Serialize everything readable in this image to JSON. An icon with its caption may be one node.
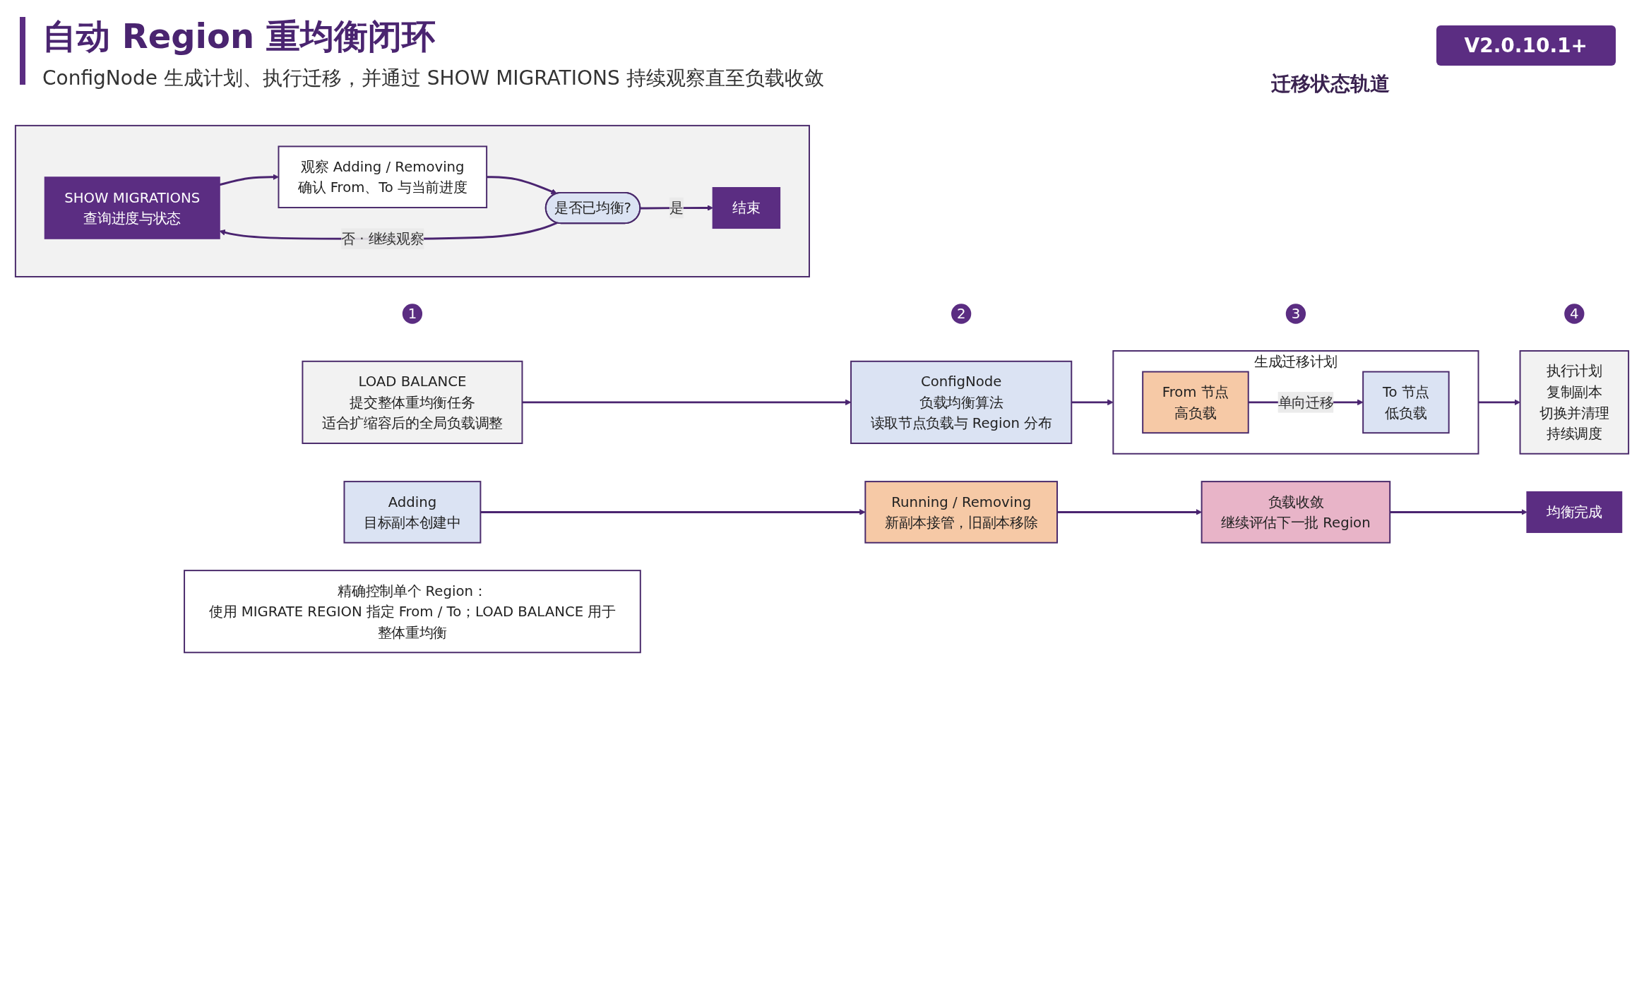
{
  "diagram": {
    "title": "自动 Region 重均衡闭环",
    "nodes": [
      {
        "text": [
          "1"
        ]
      },
      {
        "text": [
          "LOAD BALANCE",
          "提交整体重均衡任务",
          "适合扩缩容后的全局负载调整"
        ]
      },
      {
        "text": [
          "2"
        ]
      },
      {
        "text": [
          "ConfigNode",
          "负载均衡算法",
          "读取节点负载与 Region 分布"
        ]
      },
      {
        "text": [
          "3"
        ]
      },
      {
        "text": [
          "生成迁移计划"
        ]
      },
      {
        "text": [
          "From 节点",
          "高负载"
        ],
        "in": 5
      },
      {
        "text": [
          "To 节点",
          "低负载"
        ],
        "in": 5
      },
      {
        "text": [
          "4"
        ]
      },
      {
        "text": [
          "执行计划",
          "复制副本",
          "切换并清理",
          "持续调度"
        ]
      },
      {
        "text": [
          "Adding",
          "目标副本创建中"
        ]
      },
      {
        "text": [
          "Running / Removing",
          "新副本接管，旧副本移除"
        ]
      },
      {
        "text": [
          "负载收敛",
          "继续评估下一批 Region"
        ]
      },
      {
        "text": [
          "均衡完成"
        ]
      },
      {
        "text": [],
        "shape": "box"
      },
      {
        "text": [
          "SHOW MIGRATIONS",
          "查询进度与状态"
        ],
        "in": 14
      },
      {
        "text": [
          "观察 Adding / Removing",
          "确认 From、To 与当前进度"
        ],
        "in": 14
      },
      {
        "text": [
          "是否已均衡?"
        ],
        "in": 14
      },
      {
        "text": [
          "结束"
        ],
        "in": 14
      },
      {
        "text": [
          "精确控制单个 Region：",
          "使用 MIGRATE REGION 指定 From / To；LOAD BALANCE 用于整体重均衡"
        ]
      }
    ],
    "edges": [
      {
        "from": 1,
        "to": 3,
        "arrow": "to"
      },
      {
        "from": 3,
        "to": 5,
        "arrow": "to"
      },
      {
        "from": 6,
        "to": 7,
        "arrow": "to",
        "label": "单向迁移"
      },
      {
        "from": 5,
        "to": 9,
        "arrow": "to"
      },
      {
        "from": 10,
        "to": 11,
        "arrow": "to"
      },
      {
        "from": 11,
        "to": 12,
        "arrow": "to"
      },
      {
        "from": 12,
        "to": 13,
        "arrow": "to"
      },
      {
        "from": 15,
        "to": 16,
        "arrow": "to"
      },
      {
        "from": 16,
        "to": 17,
        "arrow": "to"
      },
      {
        "from": 17,
        "to": 18,
        "arrow": "to",
        "label": "是"
      },
      {
        "from": 17,
        "to": 15,
        "arrow": "to",
        "label": "否 · 继续观察"
      }
    ],
    "labels": [
      "ConfigNode 生成计划、执行迁移，并通过 SHOW MIGRATIONS 持续观察直至负载收敛",
      "V2.0.10.1+",
      "迁移状态轨道"
    ]
  }
}
